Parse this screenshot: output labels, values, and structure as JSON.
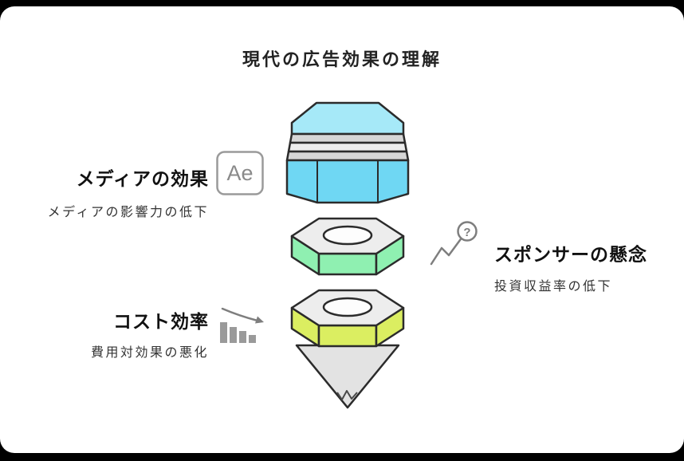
{
  "frame": {
    "background": "#000000",
    "card_background": "#FFFFFF"
  },
  "title": "現代の広告効果の理解",
  "sections": {
    "media": {
      "label": "メディアの効果",
      "sublabel": "メディアの影響力の低下",
      "icon": "ae-app-icon",
      "icon_text": "Ae",
      "segment_color": "#6FD7F3"
    },
    "sponsor": {
      "label": "スポンサーの懸念",
      "sublabel": "投資収益率の低下",
      "icon": "trend-question-icon",
      "icon_question": "?",
      "segment_color": "#8FF0B1"
    },
    "cost": {
      "label": "コスト効率",
      "sublabel": "費用対効果の悪化",
      "icon": "declining-bar-chart-icon",
      "segment_color": "#DBEE61"
    }
  },
  "pencil": {
    "cap_color": "#A6E9F8",
    "band_color": "#D6D6D6",
    "band_alt_color": "#ECECEC",
    "body_color": "#6FD7F3",
    "nut_top_color": "#EDEDED",
    "hole_color": "#FDFDFD",
    "nut_middle_color": "#8FF0B1",
    "nut_bottom_color": "#DBEE61",
    "cone_color": "#E3E3E3",
    "outline_color": "#2B2B2B"
  },
  "text_colors": {
    "title": "#222222",
    "label": "#111111",
    "sublabel": "#333333",
    "icon_gray": "#8A8A8A"
  }
}
